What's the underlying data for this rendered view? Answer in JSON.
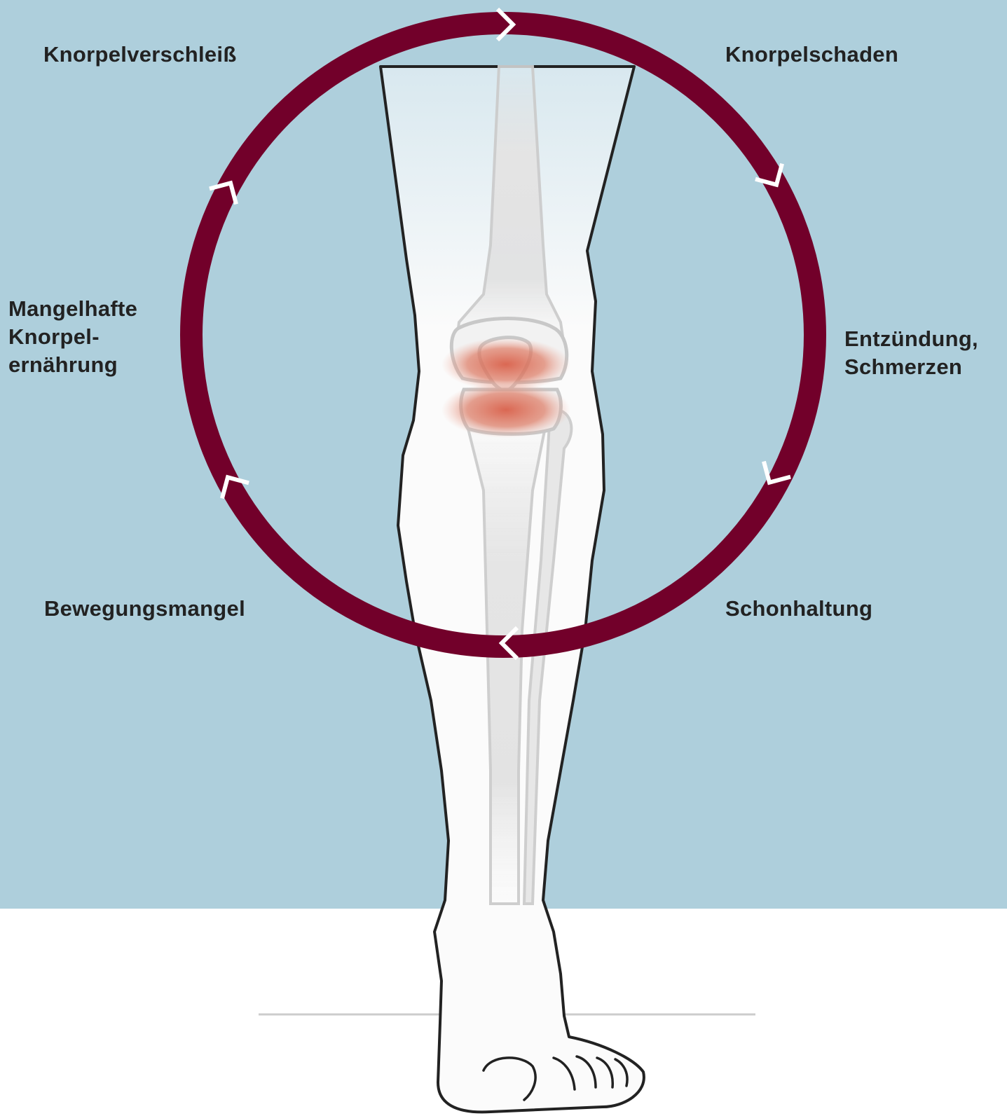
{
  "colors": {
    "background": "#aecfdc",
    "floor": "#ffffff",
    "cycle_ring": "#72002a",
    "leg_fill": "#fbfbfb",
    "outline": "#222222",
    "inflammation": "#d9604a",
    "label_text": "#222222"
  },
  "cycle": {
    "stages": [
      {
        "id": "cartilage-damage",
        "lines": [
          "Knorpelschaden"
        ]
      },
      {
        "id": "inflammation-pain",
        "lines": [
          "Entzündung,",
          "Schmerzen"
        ]
      },
      {
        "id": "protective-posture",
        "lines": [
          "Schonhaltung"
        ]
      },
      {
        "id": "lack-of-movement",
        "lines": [
          "Bewegungsmangel"
        ]
      },
      {
        "id": "poor-cartilage-nutrition",
        "lines": [
          "Mangelhafte",
          "Knorpel-",
          "ernährung"
        ]
      },
      {
        "id": "cartilage-wear",
        "lines": [
          "Knorpelverschleiß"
        ]
      }
    ],
    "direction": "clockwise"
  },
  "icons": {
    "ring": "cycle-ring",
    "arrow": "chevron-arrow-icon",
    "leg": "leg-illustration",
    "knee": "knee-joint-bones"
  }
}
